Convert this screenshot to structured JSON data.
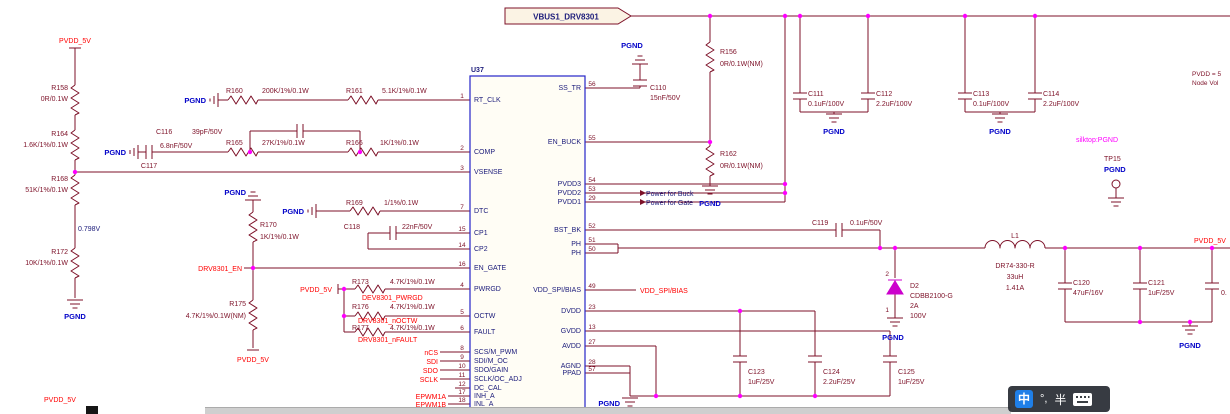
{
  "colors": {
    "wire": "#7d1128",
    "net_label": "#ff0000",
    "ground_label": "#0202c8",
    "junction": "#ff00ff",
    "pin_name": "#1b1b7a",
    "silkscreen": "#ff00ff",
    "diode": "#cc00cc"
  },
  "port": {
    "vbus": "VBUS1_DRV8301"
  },
  "chip": {
    "ref": "U37",
    "pins_left": [
      {
        "n": "1",
        "name": "RT_CLK"
      },
      {
        "n": "2",
        "name": "COMP"
      },
      {
        "n": "3",
        "name": "VSENSE"
      },
      {
        "n": "7",
        "name": "DTC"
      },
      {
        "n": "15",
        "name": "CP1"
      },
      {
        "n": "14",
        "name": "CP2"
      },
      {
        "n": "16",
        "name": "EN_GATE"
      },
      {
        "n": "4",
        "name": "PWRGD"
      },
      {
        "n": "5",
        "name": "OCTW"
      },
      {
        "n": "6",
        "name": "FAULT"
      },
      {
        "n": "8",
        "name": "SCS/M_PWM"
      },
      {
        "n": "9",
        "name": "SDI/M_OC"
      },
      {
        "n": "10",
        "name": "SDO/GAIN"
      },
      {
        "n": "11",
        "name": "SCLK/OC_ADJ"
      },
      {
        "n": "12",
        "name": "DC_CAL"
      },
      {
        "n": "17",
        "name": "INH_A"
      },
      {
        "n": "18",
        "name": "INL_A"
      }
    ],
    "pins_right": [
      {
        "n": "56",
        "name": "SS_TR"
      },
      {
        "n": "55",
        "name": "EN_BUCK"
      },
      {
        "n": "54",
        "name": "PVDD3"
      },
      {
        "n": "53",
        "name": "PVDD2"
      },
      {
        "n": "29",
        "name": "PVDD1"
      },
      {
        "n": "52",
        "name": "BST_BK"
      },
      {
        "n": "51",
        "name": "PH"
      },
      {
        "n": "50",
        "name": "PH"
      },
      {
        "n": "49",
        "name": "VDD_SPI/BIAS"
      },
      {
        "n": "23",
        "name": "DVDD"
      },
      {
        "n": "13",
        "name": "GVDD"
      },
      {
        "n": "27",
        "name": "AVDD"
      },
      {
        "n": "28",
        "name": "AGND"
      },
      {
        "n": "57",
        "name": "PPAD"
      }
    ]
  },
  "res": {
    "r156": {
      "r": "R156",
      "v": "0R/0.1W(NM)"
    },
    "r158": {
      "r": "R158",
      "v": "0R/0.1W"
    },
    "r160": {
      "r": "R160",
      "v": "200K/1%/0.1W"
    },
    "r161": {
      "r": "R161",
      "v": "5.1K/1%/0.1W"
    },
    "r162": {
      "r": "R162",
      "v": "0R/0.1W(NM)"
    },
    "r164": {
      "r": "R164",
      "v": "1.6K/1%/0.1W"
    },
    "r165": {
      "r": "R165",
      "v": "27K/1%/0.1W"
    },
    "r166": {
      "r": "R166",
      "v": "1K/1%/0.1W"
    },
    "r168": {
      "r": "R168",
      "v": "51K/1%/0.1W"
    },
    "r169": {
      "r": "R169",
      "v": "1/1%/0.1W"
    },
    "r170": {
      "r": "R170",
      "v": "1K/1%/0.1W"
    },
    "r172": {
      "r": "R172",
      "v": "10K/1%/0.1W"
    },
    "r173": {
      "r": "R173",
      "v": "4.7K/1%/0.1W"
    },
    "r175": {
      "r": "R175",
      "v": "4.7K/1%/0.1W(NM)"
    },
    "r176": {
      "r": "R176",
      "v": "4.7K/1%/0.1W"
    },
    "r177": {
      "r": "R177",
      "v": "4.7K/1%/0.1W"
    }
  },
  "cap": {
    "c110": {
      "r": "C110",
      "v": "15nF/50V"
    },
    "c111": {
      "r": "C111",
      "v": "0.1uF/100V"
    },
    "c112": {
      "r": "C112",
      "v": "2.2uF/100V"
    },
    "c113": {
      "r": "C113",
      "v": "0.1uF/100V"
    },
    "c114": {
      "r": "C114",
      "v": "2.2uF/100V"
    },
    "c116": {
      "r": "C116",
      "v": "39pF/50V"
    },
    "c117": {
      "r": "C117",
      "v": "6.8nF/50V"
    },
    "c118": {
      "r": "C118",
      "v": "22nF/50V"
    },
    "c119": {
      "r": "C119",
      "v": "0.1uF/50V"
    },
    "c120": {
      "r": "C120",
      "v": "47uF/16V"
    },
    "c121": {
      "r": "C121",
      "v": "1uF/25V"
    },
    "c122": {
      "v": "0."
    },
    "c123": {
      "r": "C123",
      "v": "1uF/25V"
    },
    "c124": {
      "r": "C124",
      "v": "2.2uF/25V"
    },
    "c125": {
      "r": "C125",
      "v": "1uF/25V"
    }
  },
  "ind": {
    "ref": "L1",
    "part": "DR74-330-R",
    "v1": "33uH",
    "v2": "1.41A"
  },
  "diode": {
    "ref": "D2",
    "part": "CDBB2100-G",
    "v1": "2A",
    "v2": "100V",
    "p2": "2",
    "p1": "1"
  },
  "nets": {
    "pvdd": "PVDD_5V",
    "pgnd": "PGND",
    "en": "DRV8301_EN",
    "pwrgd": "DEV8301_PWRGD",
    "noctw": "DRV8301_nOCTW",
    "nfault": "DRV8301_nFAULT",
    "ncs": "nCS",
    "sdi": "SDI",
    "sdo": "SDO",
    "sclk": "SCLK",
    "epwm1a": "EPWM1A",
    "epwm1b": "EPWM1B",
    "vddspi": "VDD_SPI/BIAS"
  },
  "notes": {
    "vfb": "0.798V",
    "buck": "Power for Buck",
    "gate": "Power for Gate",
    "silk": "silktop:PGND",
    "n1": "PVDD = 5",
    "n2": "Node Vol"
  },
  "tp": {
    "ref": "TP15",
    "net": "PGND"
  },
  "ime": {
    "lang": "中",
    "punct": "°,",
    "half": "半"
  }
}
